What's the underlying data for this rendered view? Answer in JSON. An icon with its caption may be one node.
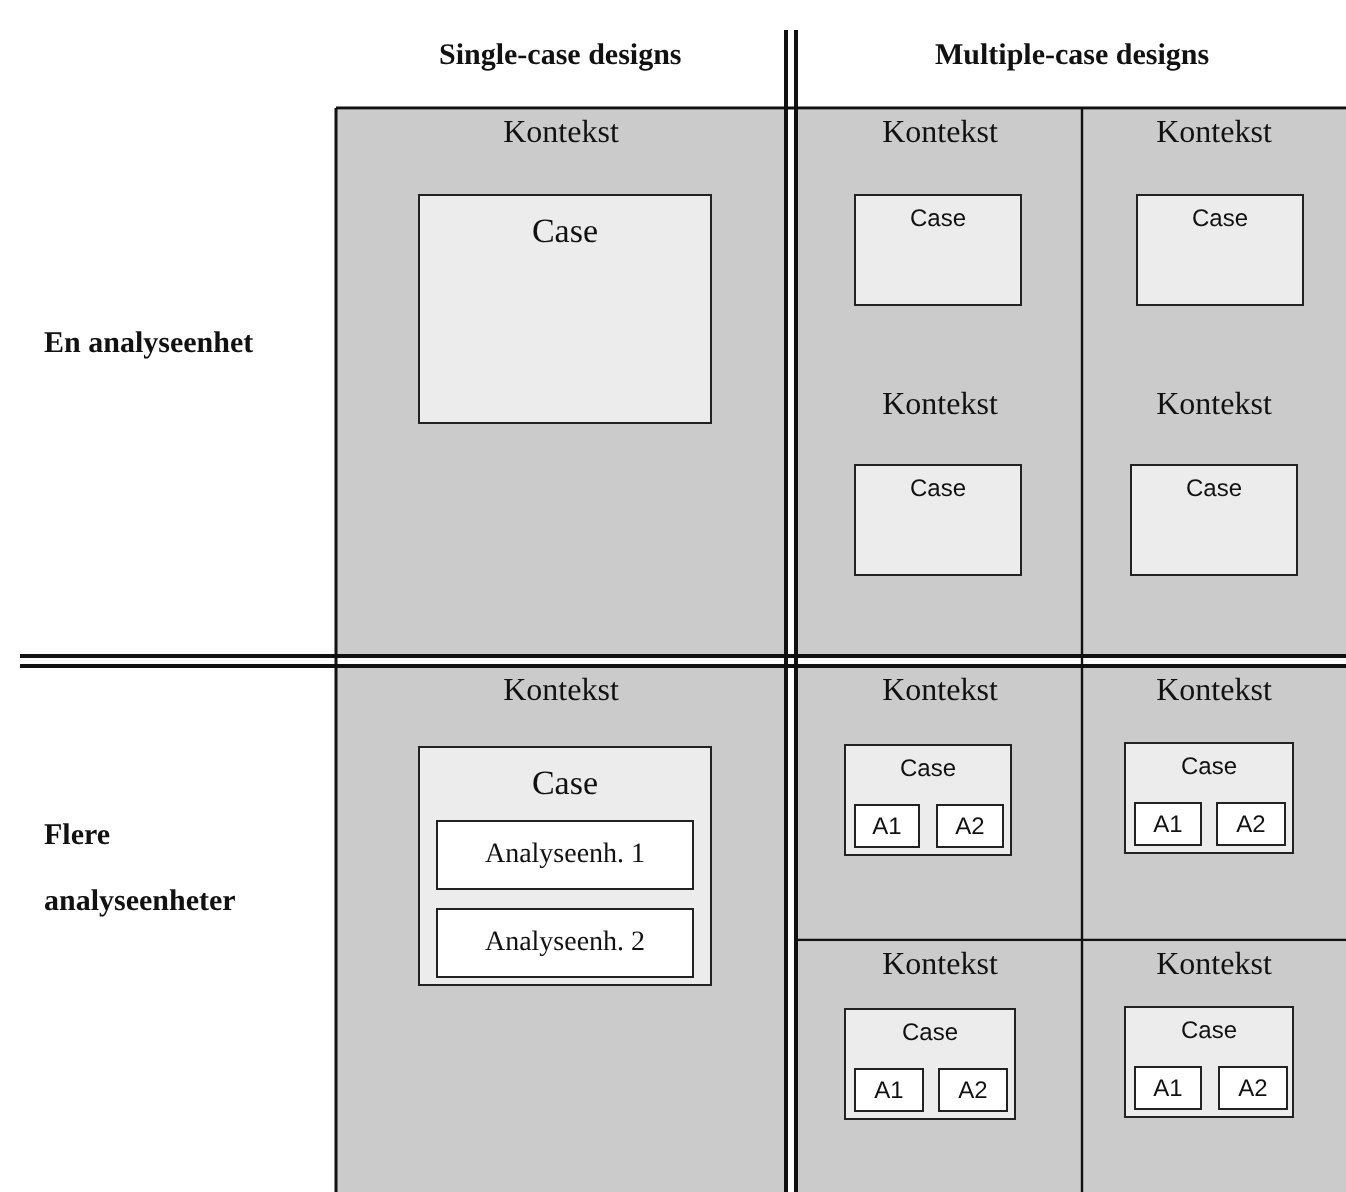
{
  "diagram": {
    "nodes": [
      {
        "text": [
          "Kontekst"
        ]
      },
      {
        "text": [
          "Case"
        ],
        "in": 0
      },
      {
        "text": [
          "Kontekst"
        ]
      },
      {
        "text": [
          "Case"
        ],
        "in": 2
      },
      {
        "text": [
          "Kontekst"
        ]
      },
      {
        "text": [
          "Case"
        ],
        "in": 4
      },
      {
        "text": [
          "Kontekst"
        ]
      },
      {
        "text": [
          "Case"
        ],
        "in": 6
      },
      {
        "text": [
          "Kontekst"
        ]
      },
      {
        "text": [
          "Case"
        ],
        "in": 8
      },
      {
        "text": [
          "Kontekst"
        ]
      },
      {
        "text": [
          "Case"
        ],
        "in": 10
      },
      {
        "text": [
          "Analyseenh. 1"
        ],
        "in": 11
      },
      {
        "text": [
          "Analyseenh. 2"
        ],
        "in": 11
      },
      {
        "text": [
          "Kontekst"
        ]
      },
      {
        "text": [
          "Case"
        ],
        "in": 14
      },
      {
        "text": [
          "A1"
        ],
        "in": 15
      },
      {
        "text": [
          "A2"
        ],
        "in": 15
      },
      {
        "text": [
          "Kontekst"
        ]
      },
      {
        "text": [
          "Case"
        ],
        "in": 18
      },
      {
        "text": [
          "A1"
        ],
        "in": 19
      },
      {
        "text": [
          "A2"
        ],
        "in": 19
      },
      {
        "text": [
          "Kontekst"
        ]
      },
      {
        "text": [
          "Case"
        ],
        "in": 22
      },
      {
        "text": [
          "A1"
        ],
        "in": 23
      },
      {
        "text": [
          "A2"
        ],
        "in": 23
      },
      {
        "text": [
          "Kontekst"
        ]
      },
      {
        "text": [
          "Case"
        ],
        "in": 26
      },
      {
        "text": [
          "A1"
        ],
        "in": 27
      },
      {
        "text": [
          "A2"
        ],
        "in": 27
      }
    ],
    "labels": [
      "Single-case designs",
      "Multiple-case designs",
      "En analyseenhet",
      "Flere analyseenheter"
    ]
  }
}
